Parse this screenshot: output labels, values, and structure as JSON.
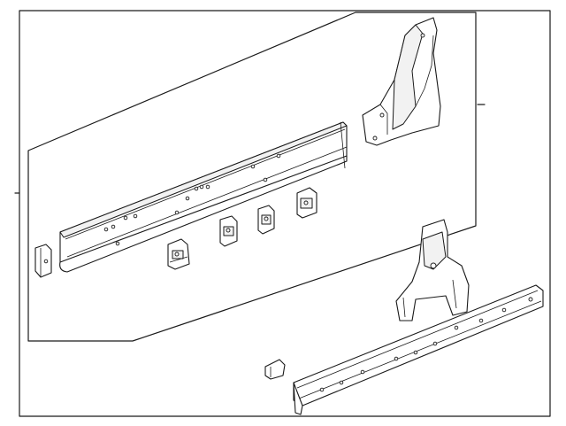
{
  "diagram": {
    "kind": "exploded parts diagram",
    "background_color": "#ffffff",
    "line_color": "#1a1a1a",
    "parts": [
      {
        "id": "rocker-panel-inner",
        "icon": "long-rail"
      },
      {
        "id": "rocker-end-bracket",
        "icon": "small-bracket"
      },
      {
        "id": "reinforcement-bracket-1",
        "icon": "bracket"
      },
      {
        "id": "reinforcement-bracket-2",
        "icon": "bracket"
      },
      {
        "id": "reinforcement-bracket-3",
        "icon": "bracket"
      },
      {
        "id": "reinforcement-bracket-4",
        "icon": "bracket"
      },
      {
        "id": "hinge-pillar",
        "icon": "pillar"
      },
      {
        "id": "center-pillar",
        "icon": "pillar"
      },
      {
        "id": "rocker-panel-outer",
        "icon": "long-rail"
      },
      {
        "id": "small-clip",
        "icon": "clip"
      }
    ]
  }
}
